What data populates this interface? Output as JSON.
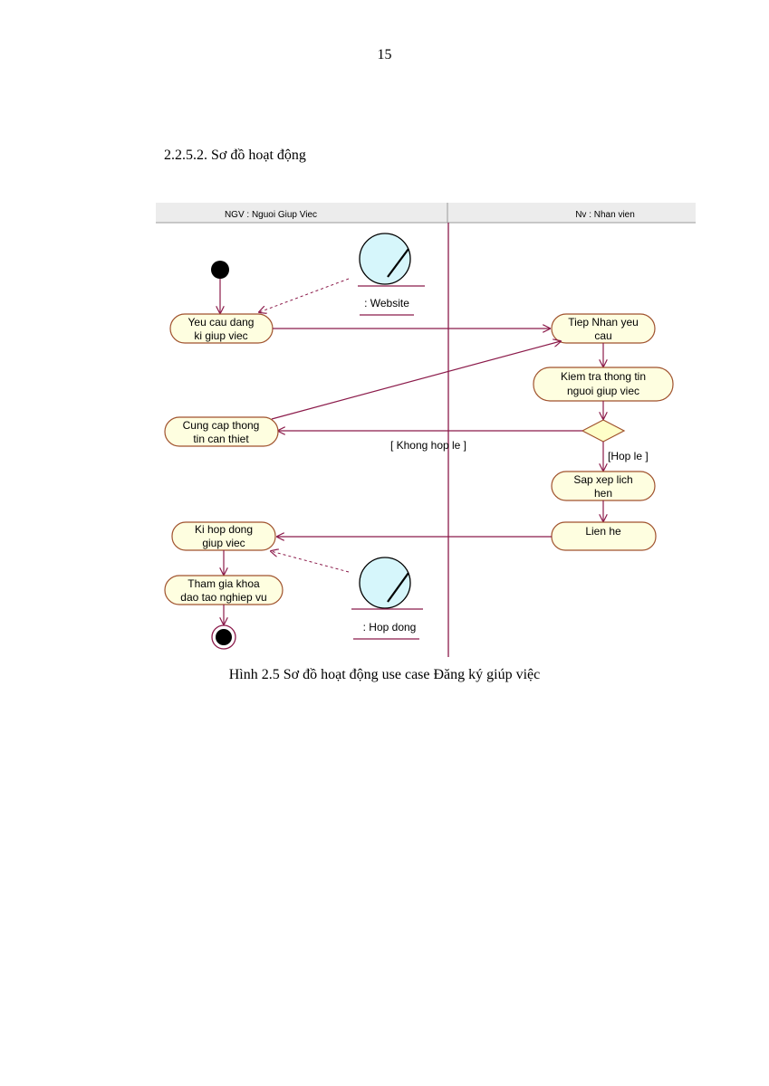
{
  "page": {
    "number": "15",
    "section_heading": "2.2.5.2. Sơ đồ hoạt động",
    "caption": "Hình 2.5 Sơ đồ hoạt động use case Đăng ký giúp việc"
  },
  "diagram": {
    "lanes": [
      {
        "id": "ngv",
        "title": "NGV : Nguoi Giup Viec"
      },
      {
        "id": "nv",
        "title": "Nv : Nhan vien"
      }
    ],
    "activities": [
      {
        "id": "yeu-cau-dang-ki",
        "line1": "Yeu cau dang",
        "line2": "ki giup viec"
      },
      {
        "id": "tiep-nhan-yeu-cau",
        "line1": "Tiep Nhan yeu",
        "line2": "cau"
      },
      {
        "id": "kiem-tra-thong-tin",
        "line1": "Kiem tra thong tin",
        "line2": "nguoi giup viec"
      },
      {
        "id": "cung-cap-thong-tin",
        "line1": "Cung cap thong",
        "line2": "tin can thiet"
      },
      {
        "id": "sap-xep-lich-hen",
        "line1": "Sap xep lich",
        "line2": "hen"
      },
      {
        "id": "lien-he",
        "line1": "Lien he",
        "line2": ""
      },
      {
        "id": "ki-hop-dong",
        "line1": "Ki hop dong",
        "line2": "giup viec"
      },
      {
        "id": "tham-gia-khoa",
        "line1": "Tham gia khoa",
        "line2": "dao tao nghiep vu"
      }
    ],
    "objects": [
      {
        "id": "website",
        "label": ": Website"
      },
      {
        "id": "hop-dong",
        "label": ": Hop dong"
      }
    ],
    "guards": {
      "khong_hop_le": "[ Khong hop le ]",
      "hop_le": "[Hop le ]"
    },
    "colors": {
      "line": "#8b1a4a",
      "activity_fill": "#fefee0",
      "activity_stroke": "#a0522d",
      "object_fill": "#d6f6fb",
      "decision_fill": "#fefec8",
      "header_fill": "#ececec"
    }
  }
}
